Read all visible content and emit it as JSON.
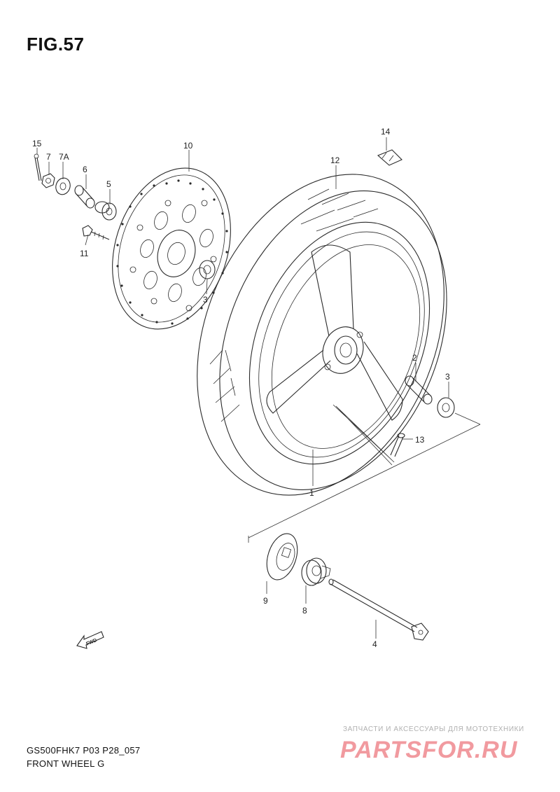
{
  "figure": {
    "title": "FIG.57",
    "model_code": "GS500FHK7 P03 P28_057",
    "section_name": "FRONT WHEEL G"
  },
  "parts": [
    {
      "ref": "15"
    },
    {
      "ref": "7"
    },
    {
      "ref": "7A"
    },
    {
      "ref": "6"
    },
    {
      "ref": "5"
    },
    {
      "ref": "10"
    },
    {
      "ref": "11"
    },
    {
      "ref": "3"
    },
    {
      "ref": "12"
    },
    {
      "ref": "14"
    },
    {
      "ref": "2"
    },
    {
      "ref": "3"
    },
    {
      "ref": "13"
    },
    {
      "ref": "1"
    },
    {
      "ref": "9"
    },
    {
      "ref": "8"
    },
    {
      "ref": "4"
    }
  ],
  "direction_marker": {
    "text": "FWD"
  },
  "watermark": {
    "tagline": "ЗАПЧАСТИ И АКСЕССУАРЫ ДЛЯ МОТОТЕХНИКИ",
    "brand": "PARTSFOR.RU",
    "brand_color": "#e0202a"
  }
}
